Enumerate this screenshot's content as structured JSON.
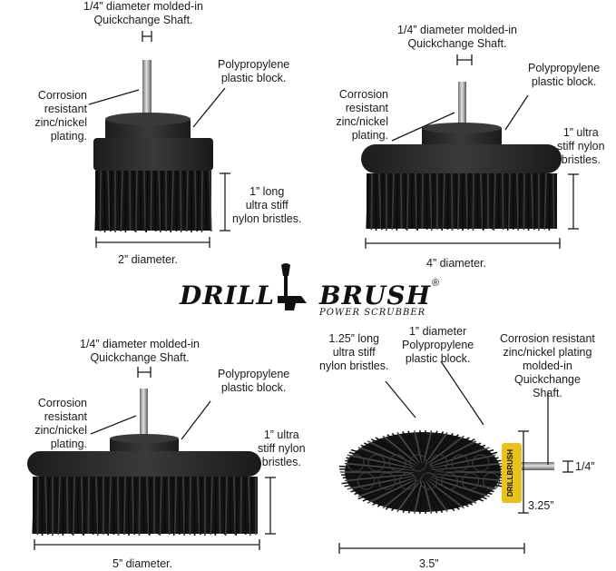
{
  "brand": {
    "word_left": "DRILL",
    "word_right": "BRUSH",
    "registered": "®",
    "tagline": "POWER SCRUBBER",
    "band_text": "DRILLBRUSH"
  },
  "brush_2in": {
    "shaft": [
      "1/4” diameter molded-in",
      "Quickchange Shaft."
    ],
    "block": [
      "Polypropylene",
      "plastic block."
    ],
    "plating": [
      "Corrosion",
      "resistant",
      "zinc/nickel",
      "plating."
    ],
    "bristles": [
      "1” long",
      "ultra stiff",
      "nylon bristles."
    ],
    "diameter": "2” diameter."
  },
  "brush_4in": {
    "shaft": [
      "1/4” diameter molded-in",
      "Quickchange Shaft."
    ],
    "block": [
      "Polypropylene",
      "plastic block."
    ],
    "plating": [
      "Corrosion",
      "resistant",
      "zinc/nickel",
      "plating."
    ],
    "bristles": [
      "1” ultra",
      "stiff nylon",
      "bristles."
    ],
    "diameter": "4” diameter."
  },
  "brush_5in": {
    "shaft": [
      "1/4” diameter molded-in",
      "Quickchange Shaft."
    ],
    "block": [
      "Polypropylene",
      "plastic block."
    ],
    "plating": [
      "Corrosion",
      "resistant",
      "zinc/nickel",
      "plating."
    ],
    "bristles": [
      "1” ultra",
      "stiff nylon",
      "bristles."
    ],
    "diameter": "5” diameter."
  },
  "brush_round": {
    "bristles": [
      "1.25” long",
      "ultra stiff",
      "nylon bristles."
    ],
    "block": [
      "1” diameter",
      "Polypropylene",
      "plastic block."
    ],
    "plating": [
      "Corrosion resistant",
      "zinc/nickel plating",
      "molded-in",
      "Quickchange",
      "Shaft."
    ],
    "shaft_dim": "1/4”",
    "height": "3.25”",
    "width": "3.5”"
  },
  "colors": {
    "ink": "#1a1a1a",
    "brush_body": "#2b2b2b",
    "bristle": "#111111",
    "band": "#e8c21a",
    "metal": "#9a9a9a"
  }
}
